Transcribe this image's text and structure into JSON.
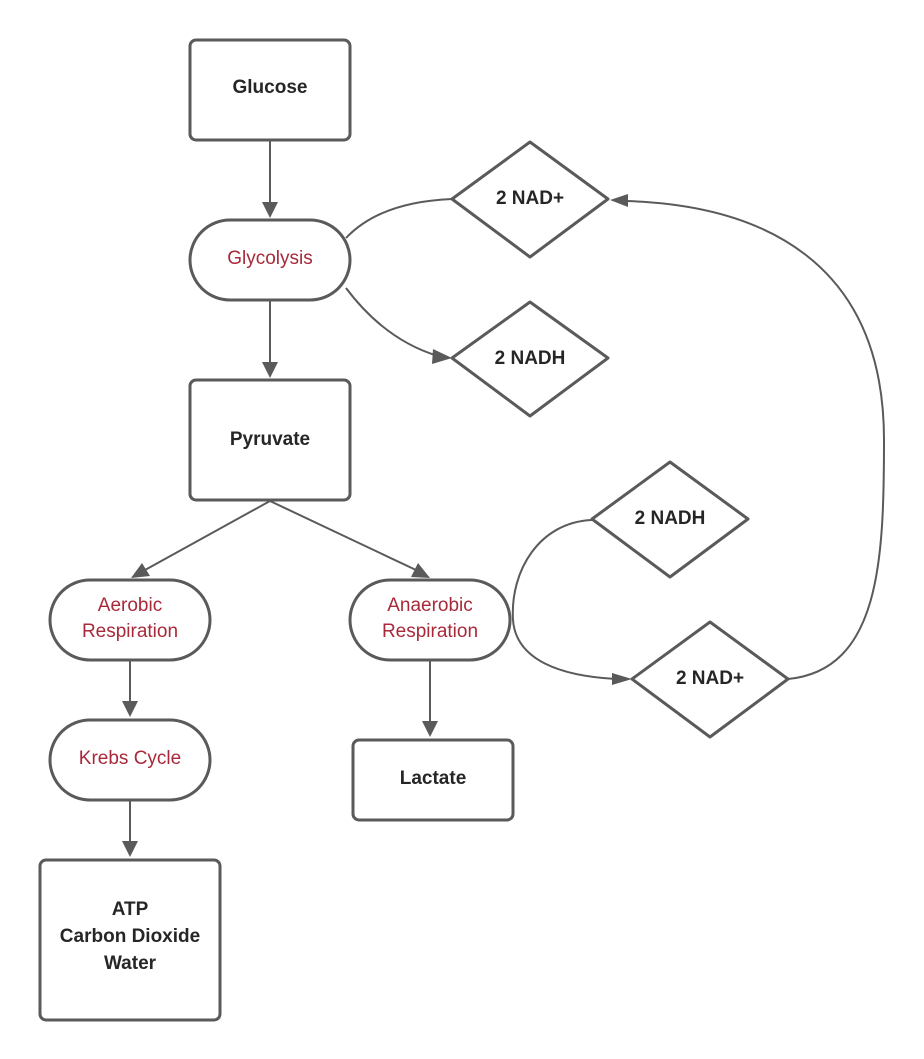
{
  "diagram": {
    "title": "",
    "colors": {
      "stroke": "#5a5a5a",
      "substance_text": "#262626",
      "process_text": "#a8293a",
      "background": "#ffffff"
    },
    "nodes": {
      "glucose": {
        "type": "rectangle",
        "lines": [
          "Glucose"
        ]
      },
      "glycolysis": {
        "type": "rounded",
        "lines": [
          "Glycolysis"
        ]
      },
      "nad_plus_top": {
        "type": "diamond",
        "lines": [
          "2 NAD+"
        ]
      },
      "nadh_top": {
        "type": "diamond",
        "lines": [
          "2 NADH"
        ]
      },
      "pyruvate": {
        "type": "rectangle",
        "lines": [
          "Pyruvate"
        ]
      },
      "aerobic": {
        "type": "rounded",
        "lines": [
          "Aerobic",
          "Respiration"
        ]
      },
      "anaerobic": {
        "type": "rounded",
        "lines": [
          "Anaerobic",
          "Respiration"
        ]
      },
      "nadh_bottom": {
        "type": "diamond",
        "lines": [
          "2 NADH"
        ]
      },
      "nad_plus_bottom": {
        "type": "diamond",
        "lines": [
          "2 NAD+"
        ]
      },
      "krebs": {
        "type": "rounded",
        "lines": [
          "Krebs Cycle"
        ]
      },
      "lactate": {
        "type": "rectangle",
        "lines": [
          "Lactate"
        ]
      },
      "products": {
        "type": "rectangle",
        "lines": [
          "ATP",
          "Carbon Dioxide",
          "Water"
        ]
      }
    },
    "edges": [
      {
        "from": "glucose",
        "to": "glycolysis",
        "arrow": true
      },
      {
        "from": "nad_plus_top",
        "to": "glycolysis",
        "arrow": false
      },
      {
        "from": "glycolysis",
        "to": "nadh_top",
        "arrow": true
      },
      {
        "from": "glycolysis",
        "to": "pyruvate",
        "arrow": true
      },
      {
        "from": "pyruvate",
        "to": "aerobic",
        "arrow": true
      },
      {
        "from": "pyruvate",
        "to": "anaerobic",
        "arrow": true
      },
      {
        "from": "nadh_bottom",
        "to": "nad_plus_bottom",
        "arrow": true,
        "via": "anaerobic"
      },
      {
        "from": "nad_plus_bottom",
        "to": "nad_plus_top",
        "arrow": true
      },
      {
        "from": "aerobic",
        "to": "krebs",
        "arrow": true
      },
      {
        "from": "krebs",
        "to": "products",
        "arrow": true
      },
      {
        "from": "anaerobic",
        "to": "lactate",
        "arrow": true
      }
    ]
  }
}
